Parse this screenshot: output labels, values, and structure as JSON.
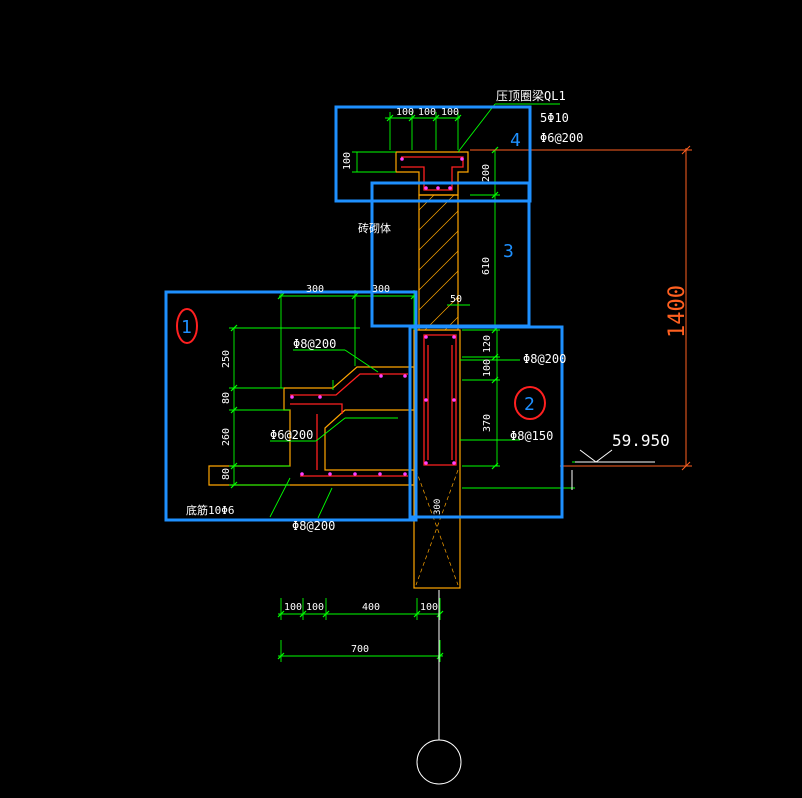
{
  "labels": {
    "beam_name": "压顶圈梁QL1",
    "beam_top_bar": "5Φ10",
    "beam_stirrup": "Φ6@200",
    "masonry": "砖砌体",
    "slab_top_bar": "Φ8@200",
    "slab_dist_bar": "Φ6@200",
    "bottom_bar": "Φ8@200",
    "bottom_note": "底筋10Φ6",
    "beam_side_bar1": "Φ8@200",
    "beam_side_bar2": "Φ8@150",
    "elevation": "59.950"
  },
  "dims": {
    "top_100a": "100",
    "top_100b": "100",
    "top_100c": "100",
    "left_100": "100",
    "right_200": "200",
    "v_610": "610",
    "v_50": "50",
    "h_300a": "300",
    "h_300b": "300",
    "v_250": "250",
    "v_80a": "80",
    "v_260": "260",
    "v_80b": "80",
    "v_120": "120",
    "v_100": "100",
    "v_370": "370",
    "bot_100a": "100",
    "bot_100b": "100",
    "bot_400": "400",
    "bot_100c": "100",
    "total_700": "700",
    "overall_1400": "1400",
    "mark_300": "300"
  },
  "markers": {
    "m1": "1",
    "m2": "2",
    "m3": "3",
    "m4": "4"
  },
  "colors": {
    "dim": "#00ff00",
    "text": "#ffffff",
    "concrete": "#ffa500",
    "rebar": "#ff2020",
    "highlight": "#1e90ff",
    "circle_red": "#ff2020",
    "overall_dim": "#ff6020"
  }
}
